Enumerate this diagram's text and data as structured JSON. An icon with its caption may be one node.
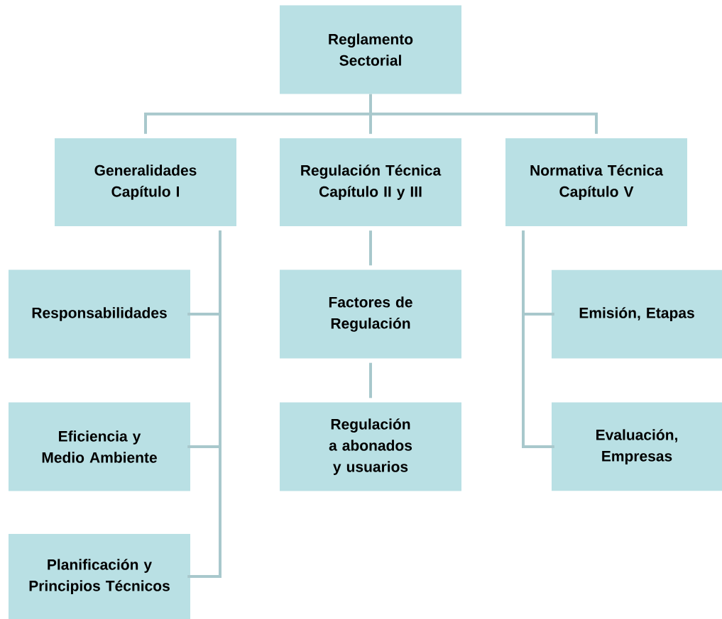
{
  "diagram": {
    "nodes": [
      {
        "text": [
          "Reglamento Sectorial"
        ]
      },
      {
        "text": [
          "Generalidades Capítulo I"
        ]
      },
      {
        "text": [
          "Regulación Técnica Capítulo II y III"
        ]
      },
      {
        "text": [
          "Normativa Técnica Capítulo V"
        ]
      },
      {
        "text": [
          "Responsabilidades"
        ]
      },
      {
        "text": [
          "Eficiencia y Medio Ambiente"
        ]
      },
      {
        "text": [
          "Planificación y Principios Técnicos"
        ]
      },
      {
        "text": [
          "Factores de Regulación"
        ]
      },
      {
        "text": [
          "Regulación a abonados y usuarios"
        ]
      },
      {
        "text": [
          "Emisión, Etapas"
        ]
      },
      {
        "text": [
          "Evaluación, Empresas"
        ]
      }
    ],
    "edges": [
      {
        "from": 0,
        "to": 1,
        "arrow": "none"
      },
      {
        "from": 0,
        "to": 2,
        "arrow": "none"
      },
      {
        "from": 0,
        "to": 3,
        "arrow": "none"
      },
      {
        "from": 1,
        "to": 4,
        "arrow": "none"
      },
      {
        "from": 1,
        "to": 5,
        "arrow": "none"
      },
      {
        "from": 1,
        "to": 6,
        "arrow": "none"
      },
      {
        "from": 2,
        "to": 7,
        "arrow": "none"
      },
      {
        "from": 7,
        "to": 8,
        "arrow": "none"
      },
      {
        "from": 3,
        "to": 9,
        "arrow": "none"
      },
      {
        "from": 3,
        "to": 10,
        "arrow": "none"
      }
    ]
  }
}
